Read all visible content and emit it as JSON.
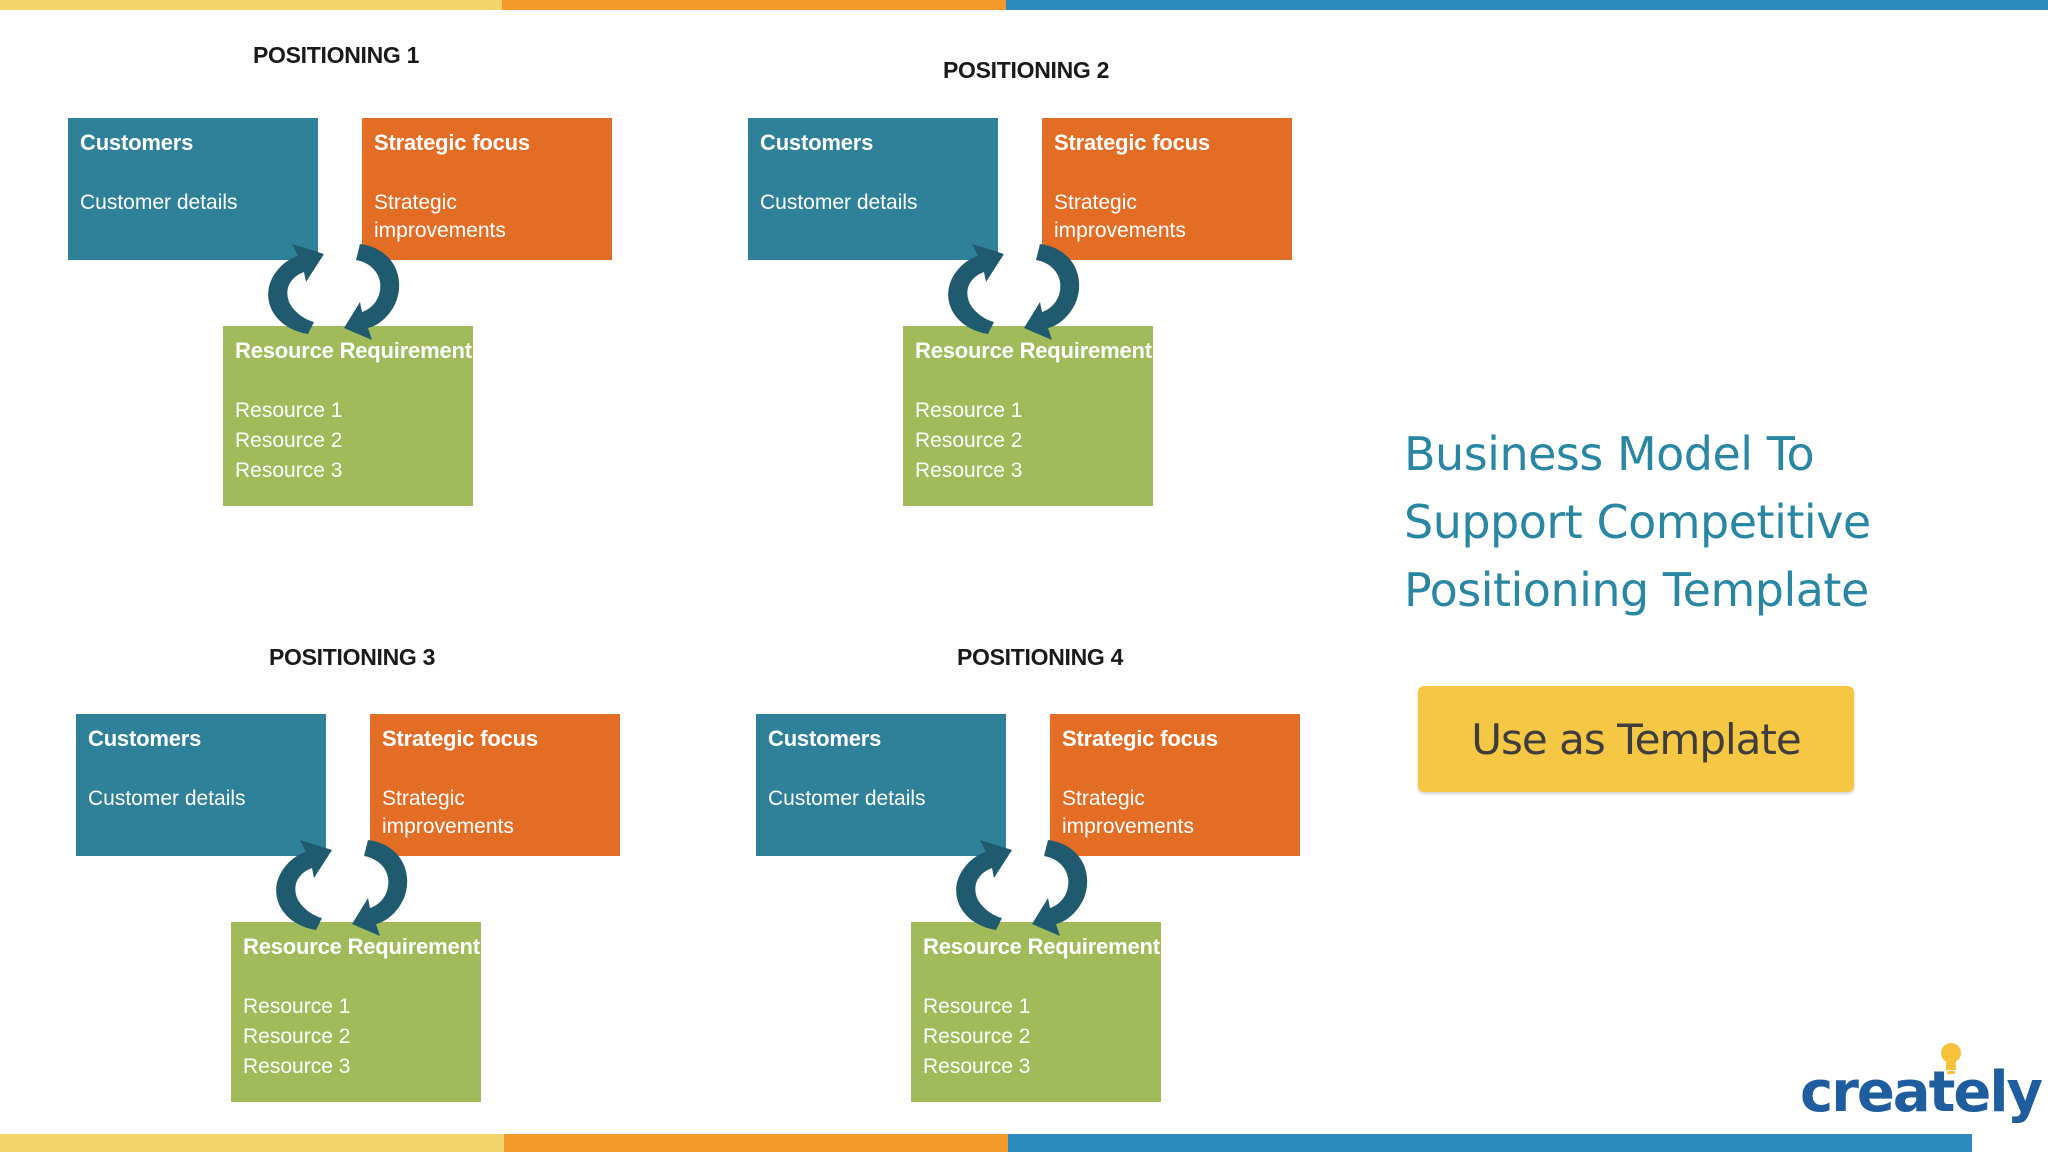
{
  "colors": {
    "customers": "#2f8199",
    "strategic": "#e46d25",
    "resource": "#a1bb5b",
    "arrow": "#1f5a6e",
    "stripe_yellow": "#f2d46a",
    "stripe_orange": "#f39a2b",
    "stripe_blue": "#2a8bbf",
    "title_teal": "#2a87a3",
    "button_yellow": "#f6c743"
  },
  "diagrams": [
    {
      "title": "POSITIONING 1",
      "customers": {
        "title": "Customers",
        "body": "Customer details"
      },
      "strategic": {
        "title": "Strategic focus",
        "body_lines": [
          "Strategic",
          "improvements"
        ]
      },
      "resource": {
        "title": "Resource Requirement",
        "items": [
          "Resource 1",
          "Resource 2",
          "Resource 3"
        ]
      },
      "arrow_icon": "cycle-arrows-icon"
    },
    {
      "title": "POSITIONING 2",
      "customers": {
        "title": "Customers",
        "body": "Customer details"
      },
      "strategic": {
        "title": "Strategic focus",
        "body_lines": [
          "Strategic",
          "improvements"
        ]
      },
      "resource": {
        "title": "Resource Requirement",
        "items": [
          "Resource 1",
          "Resource 2",
          "Resource 3"
        ]
      },
      "arrow_icon": "cycle-arrows-icon"
    },
    {
      "title": "POSITIONING 3",
      "customers": {
        "title": "Customers",
        "body": "Customer details"
      },
      "strategic": {
        "title": "Strategic focus",
        "body_lines": [
          "Strategic",
          "improvements"
        ]
      },
      "resource": {
        "title": "Resource Requirement",
        "items": [
          "Resource 1",
          "Resource 2",
          "Resource 3"
        ]
      },
      "arrow_icon": "cycle-arrows-icon"
    },
    {
      "title": "POSITIONING 4",
      "customers": {
        "title": "Customers",
        "body": "Customer details"
      },
      "strategic": {
        "title": "Strategic focus",
        "body_lines": [
          "Strategic",
          "improvements"
        ]
      },
      "resource": {
        "title": "Resource Requirement",
        "items": [
          "Resource 1",
          "Resource 2",
          "Resource 3"
        ]
      },
      "arrow_icon": "cycle-arrows-icon"
    }
  ],
  "side": {
    "title_lines": [
      "Business Model To",
      "Support Competitive",
      "Positioning Template"
    ],
    "button_label": "Use as Template"
  },
  "logo": {
    "text": "creately",
    "icon": "lightbulb-icon"
  }
}
